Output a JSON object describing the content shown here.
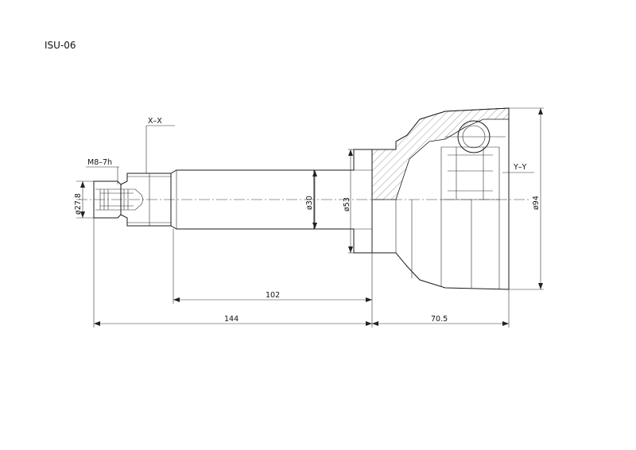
{
  "title": "ISU-06",
  "section_labels": {
    "xx": "X–X",
    "yy": "Y–Y"
  },
  "dimensions": {
    "thread": "M8–7h",
    "d_tip": "ø27.8",
    "d_shaft": "ø30",
    "d_collar": "ø53",
    "d_outer": "ø94",
    "len_shaft": "102",
    "len_total": "144",
    "len_cv": "70.5"
  }
}
